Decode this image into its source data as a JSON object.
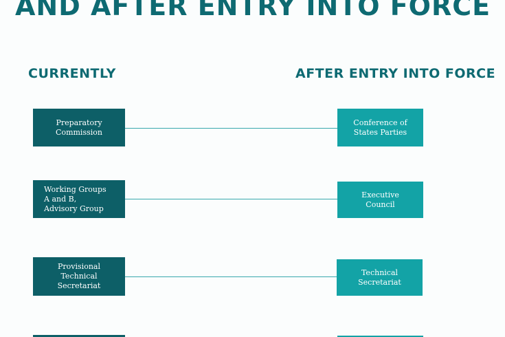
{
  "header": {
    "title": "AND AFTER ENTRY INTO FORCE"
  },
  "columns": {
    "left_heading": "CURRENTLY",
    "right_heading": "AFTER ENTRY INTO FORCE"
  },
  "rows": [
    {
      "current": "Preparatory\nCommission",
      "after": "Conference of\nStates Parties"
    },
    {
      "current": "Working Groups\nA and B,\nAdvisory Group",
      "after": "Executive\nCouncil"
    },
    {
      "current": "Provisional\nTechnical\nSecretariat",
      "after": "Technical\nSecretariat"
    }
  ],
  "colors": {
    "title": "#0e6a72",
    "current_box": "#0d5f67",
    "after_box": "#13a3a6",
    "connector": "#37a8ad"
  }
}
